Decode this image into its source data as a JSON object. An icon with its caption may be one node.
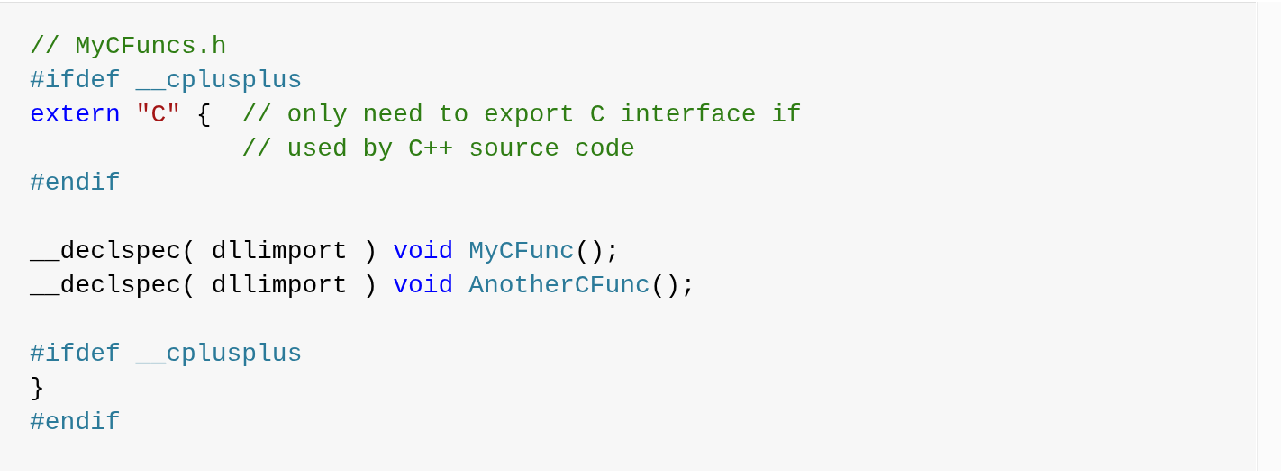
{
  "diagram": {
    "labels": [
      "// MyCFuncs.h",
      "#ifdef __cplusplus",
      "extern",
      "\"C\"",
      "{",
      "// only need to export C interface if",
      "// used by C++ source code",
      "#endif",
      "__declspec( dllimport )",
      "void",
      "MyCFunc",
      "();",
      "__declspec( dllimport )",
      "void",
      "AnotherCFunc",
      "();",
      "#ifdef __cplusplus",
      "}",
      "#endif"
    ]
  }
}
